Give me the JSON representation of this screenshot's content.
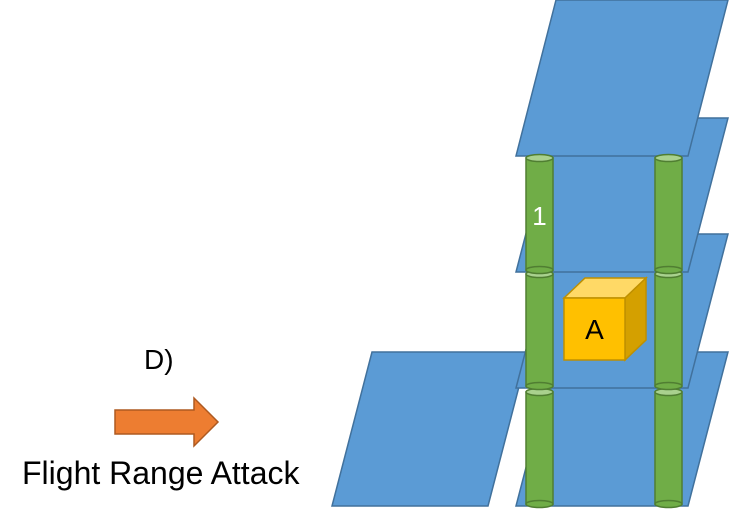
{
  "diagram": {
    "step_label": "D)",
    "caption": "Flight Range Attack",
    "pillar_label": "1",
    "cube_label": "A"
  },
  "colors": {
    "platform_fill": "#5b9bd5",
    "platform_stroke": "#41719c",
    "pillar_fill": "#70ad47",
    "pillar_stroke": "#507e32",
    "pillar_top": "#a9d18e",
    "cube_front": "#ffc000",
    "cube_top": "#ffd966",
    "cube_side": "#d4a000",
    "arrow_fill": "#ed7d31",
    "arrow_stroke": "#ae5a21"
  }
}
